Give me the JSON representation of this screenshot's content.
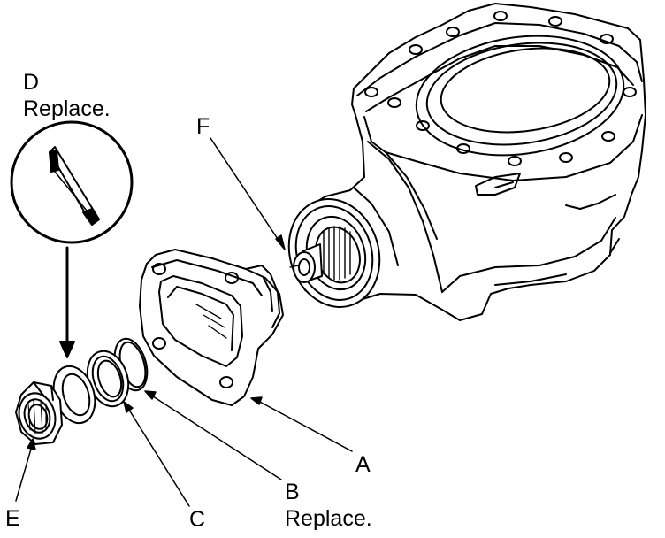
{
  "labels": {
    "a": "A",
    "b": "B",
    "b_note": "Replace.",
    "c": "C",
    "d": "D",
    "d_note": "Replace.",
    "e": "E",
    "f": "F"
  },
  "colors": {
    "line": "#000000",
    "background": "#ffffff"
  }
}
